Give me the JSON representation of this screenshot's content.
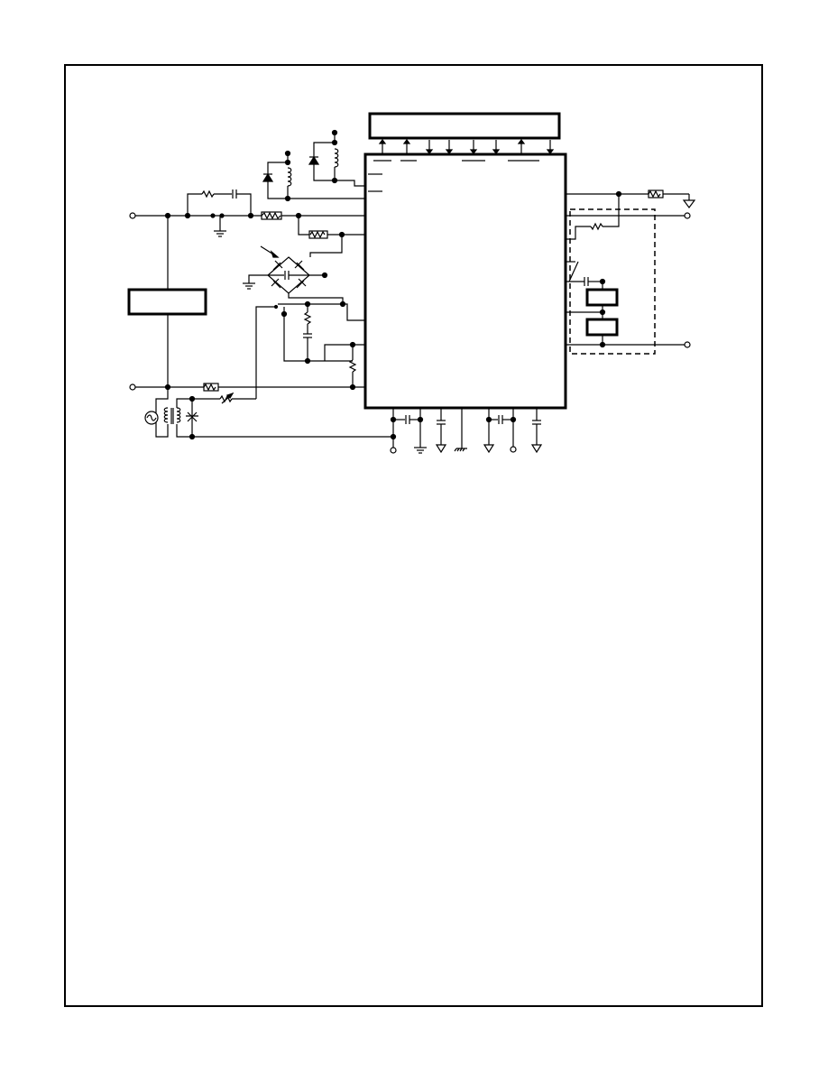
{
  "diagram": {
    "type": "circuit-schematic",
    "colors": {
      "ink": "#000000",
      "paper": "#ffffff"
    },
    "components": {
      "ic": "integrated-circuit",
      "top_block": "control-bus-block",
      "left_block": "protection-block",
      "relays": "relay-pair",
      "source": "ac-signal-source",
      "transformer": "coupling-transformer",
      "bridge": "diode-bridge"
    }
  }
}
